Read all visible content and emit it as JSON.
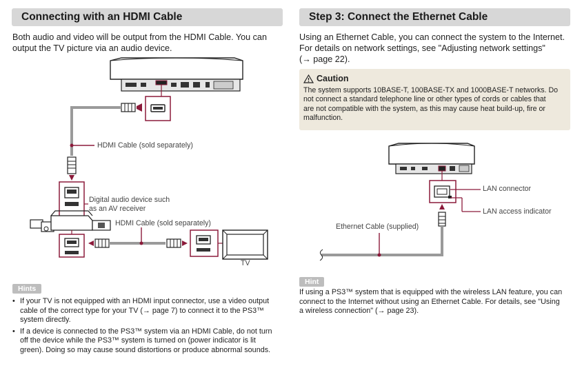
{
  "left": {
    "title": "Connecting with an HDMI Cable",
    "intro_line1": "Both audio and video will be output from the HDMI Cable. You can",
    "intro_line2": "output the TV picture via an audio device.",
    "labels": {
      "hdmi_cable_1": "HDMI Cable (sold separately)",
      "audio_device_1": "Digital audio device such",
      "audio_device_2": "as an AV receiver",
      "hdmi_cable_2": "HDMI Cable (sold separately)",
      "tv": "TV"
    },
    "hints_badge": "Hints",
    "hints": [
      {
        "line1": "If your TV is not equipped with an HDMI input connector, use a video output",
        "line2": "cable of the correct type for your TV (→ page 7) to connect it to the PS3™",
        "line3": "system directly."
      },
      {
        "line1": "If a device is connected to the PS3™ system via an HDMI Cable, do not turn",
        "line2": "off the device while the PS3™ system is turned on (power indicator is lit",
        "line3": "green). Doing so may cause sound distortions or produce abnormal sounds."
      }
    ]
  },
  "right": {
    "title": "Step 3: Connect the Ethernet Cable",
    "intro_line1": "Using an Ethernet Cable, you can connect the system to the Internet.",
    "intro_line2": "For details on network settings, see \"Adjusting network settings\"",
    "intro_line3": "(→ page 22).",
    "caution": {
      "title": "Caution",
      "line1": "The system supports 10BASE-T, 100BASE-TX and 1000BASE-T networks. Do",
      "line2": "not connect a standard telephone line or other types of cords or cables that",
      "line3": "are not compatible with the system, as this may cause heat build-up, fire or",
      "line4": "malfunction."
    },
    "labels": {
      "lan_connector": "LAN connector",
      "lan_indicator": "LAN access indicator",
      "ethernet_cable": "Ethernet Cable (supplied)"
    },
    "hint_badge": "Hint",
    "hint_line1": "If using a PS3™ system that is equipped with the wireless LAN feature, you can",
    "hint_line2": "connect to the Internet without using an Ethernet Cable. For details, see \"Using",
    "hint_line3": "a wireless connection\" (→ page 23)."
  },
  "colors": {
    "accent": "#8b1a3a",
    "cable": "#9a9a9a",
    "title_bg": "#d7d7d7",
    "caution_bg": "#eee9dd"
  }
}
